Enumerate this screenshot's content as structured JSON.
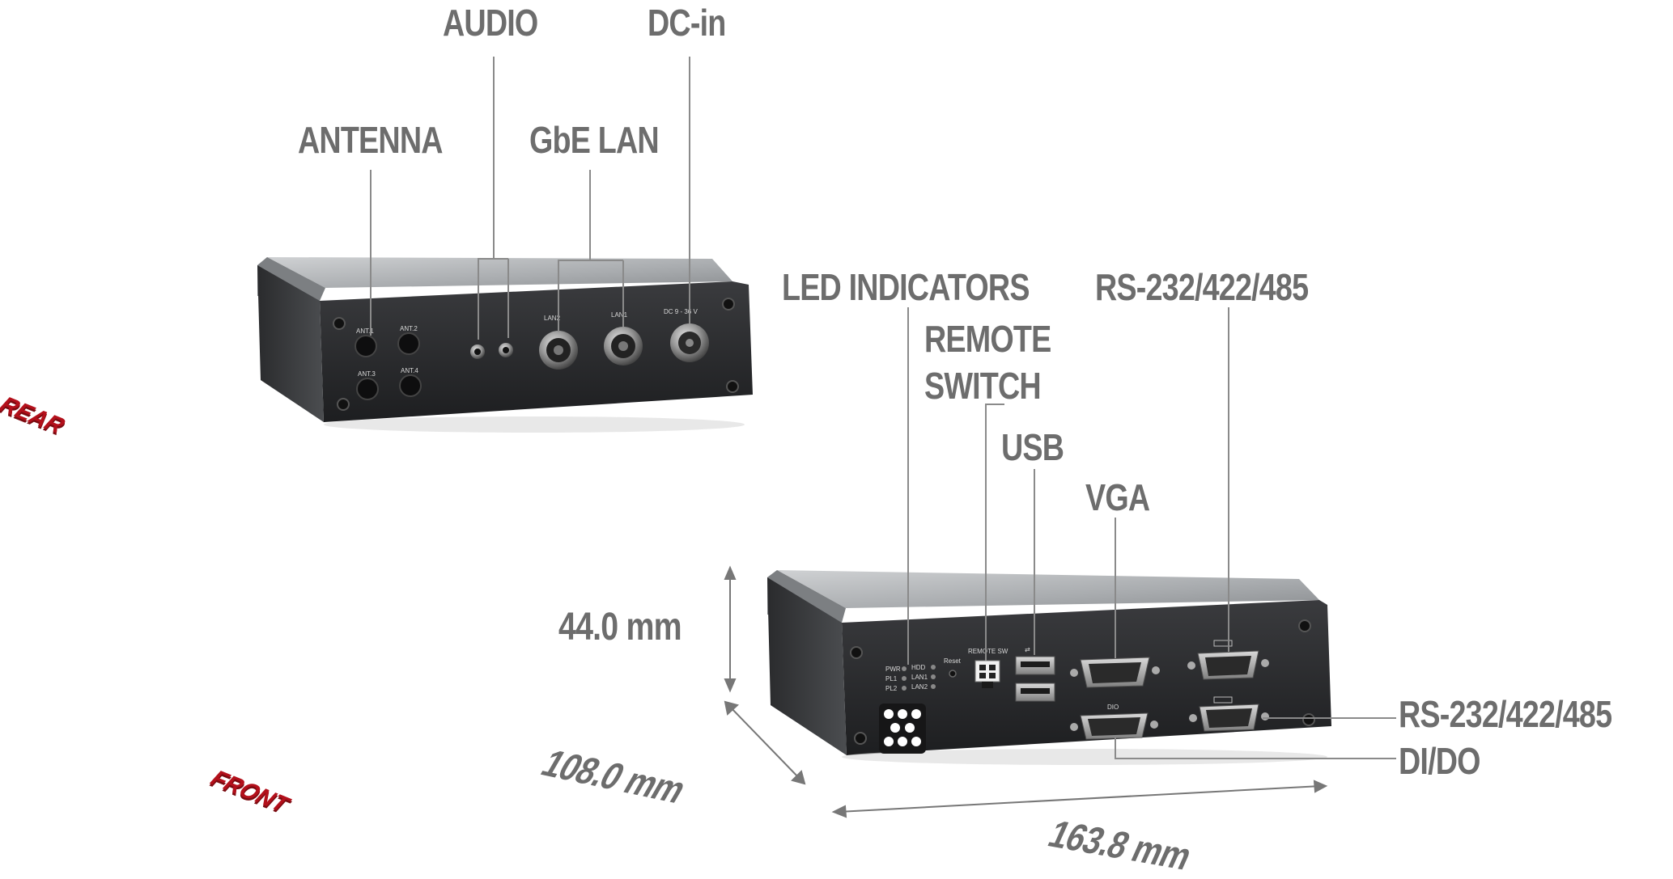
{
  "views": {
    "rear_label": "REAR",
    "front_label": "FRONT"
  },
  "rear_callouts": {
    "audio": "AUDIO",
    "dc_in": "DC-in",
    "antenna": "ANTENNA",
    "gbe_lan": "GbE LAN"
  },
  "front_callouts": {
    "led_indicators": "LED INDICATORS",
    "serial_top": "RS-232/422/485",
    "remote_line1": "REMOTE",
    "remote_line2": "SWITCH",
    "usb": "USB",
    "vga": "VGA",
    "serial_right": "RS-232/422/485",
    "dido": "DI/DO"
  },
  "dimensions": {
    "height": "44.0 mm",
    "depth": "108.0 mm",
    "width": "163.8 mm"
  },
  "panel_print": {
    "rear": {
      "ant1": "ANT.1",
      "ant2": "ANT.2",
      "ant3": "ANT.3",
      "ant4": "ANT.4",
      "lan2": "LAN2",
      "lan1": "LAN1",
      "dc": "DC 9 - 36 V"
    },
    "front": {
      "pwr": "PWR",
      "hdd": "HDD",
      "pl1": "PL1",
      "lan1": "LAN1",
      "pl2": "PL2",
      "lan2": "LAN2",
      "reset": "Reset",
      "remote_sw": "REMOTE SW",
      "dio": "DIO"
    }
  },
  "colors": {
    "label_gray": "#6d6d6d",
    "side_red": "#b3101b",
    "chassis_top": "#b9bcbf",
    "chassis_face": "#2b2c2e",
    "leader_line": "#8a8a8a"
  }
}
